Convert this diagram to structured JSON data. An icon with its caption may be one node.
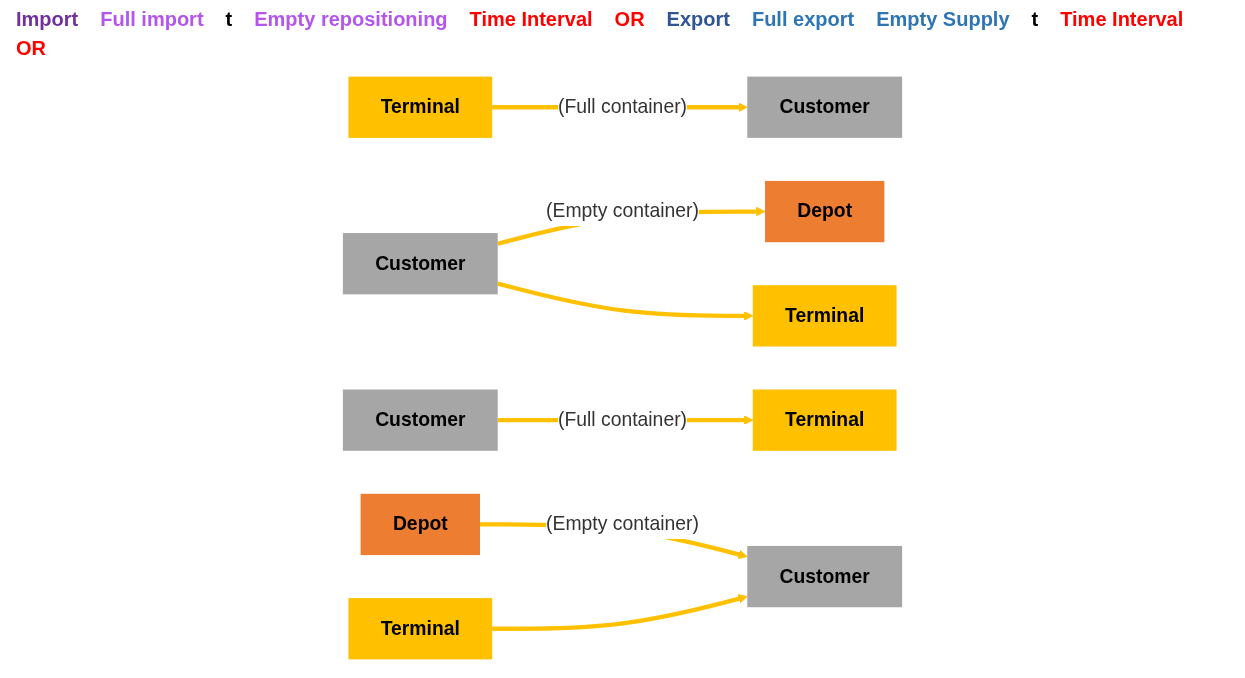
{
  "diagram": {
    "nodes": [
      {
        "text": [
          "Terminal"
        ]
      },
      {
        "text": [
          "Customer"
        ]
      },
      {
        "text": [
          "Customer"
        ]
      },
      {
        "text": [
          "Depot"
        ]
      },
      {
        "text": [
          "Terminal"
        ]
      },
      {
        "text": [
          "Terminal"
        ]
      },
      {
        "text": [
          "Customer"
        ]
      },
      {
        "text": [
          "Customer"
        ]
      },
      {
        "text": [
          "Depot"
        ]
      },
      {
        "text": [
          "Terminal"
        ]
      }
    ],
    "edges": [
      {
        "from": 0,
        "to": 1,
        "arrow": "to",
        "label": "(Full container)"
      },
      {
        "from": 2,
        "to": 3,
        "arrow": "to",
        "label": "(Empty container)"
      },
      {
        "from": 2,
        "to": 4,
        "arrow": "to"
      },
      {
        "from": 6,
        "to": 5,
        "arrow": "to",
        "label": "(Full container)"
      },
      {
        "from": 8,
        "to": 7,
        "arrow": "to",
        "label": "(Empty container)"
      },
      {
        "from": 9,
        "to": 7,
        "arrow": "to"
      }
    ],
    "labels": [
      "Import",
      "Full import",
      "t",
      "Empty repositioning",
      "Time Interval",
      "OR",
      "Export",
      "Full export",
      "Empty Supply",
      "t",
      "Time Interval",
      "OR"
    ]
  }
}
